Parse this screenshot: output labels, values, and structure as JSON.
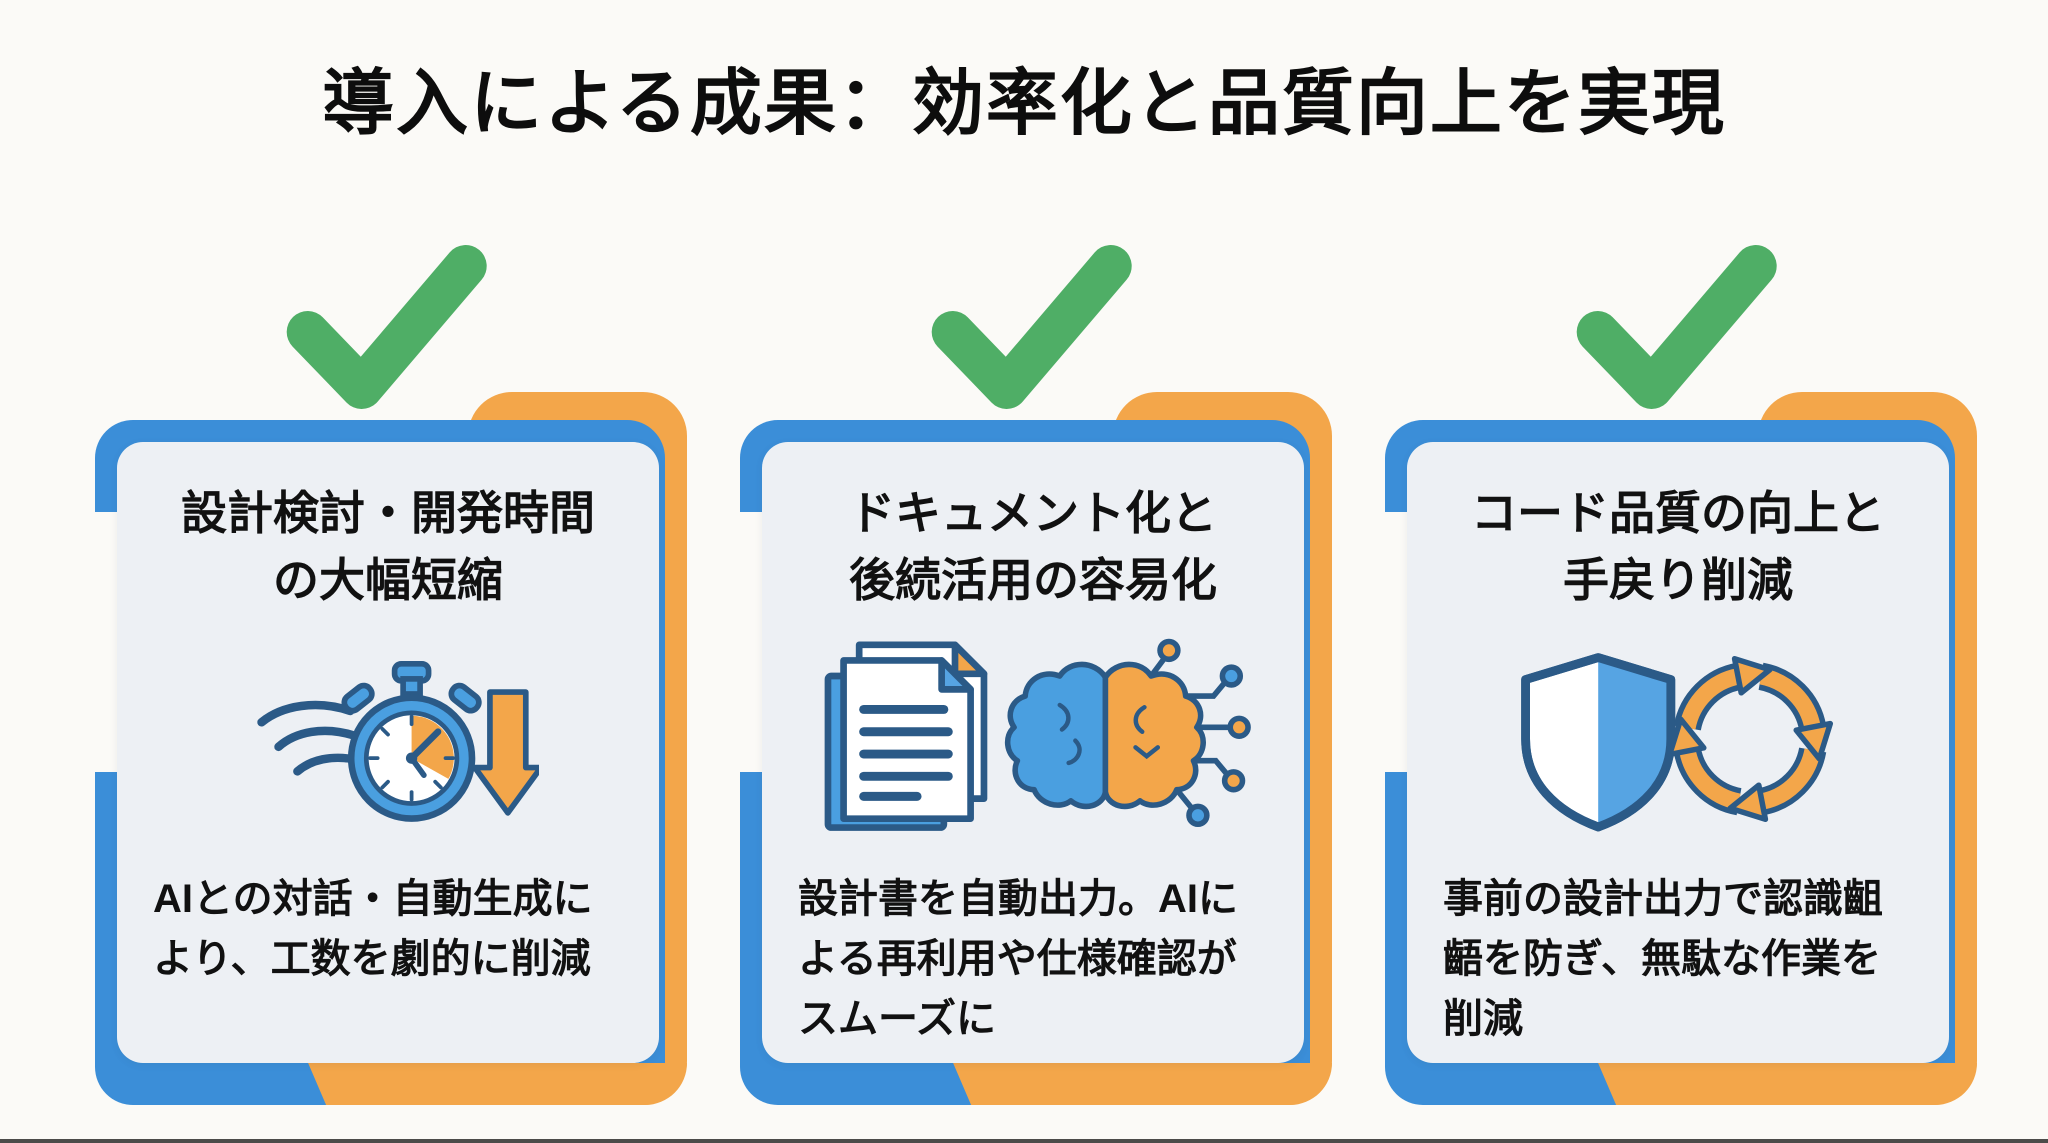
{
  "page": {
    "title": "導入による成果：効率化と品質向上を実現"
  },
  "colors": {
    "accent_blue": "#3b8ed8",
    "accent_orange": "#f3a64a",
    "check_green": "#4fae66",
    "icon_outline_navy": "#2b5a87",
    "icon_fill_blue": "#4a9fe0",
    "card_background": "#edf0f4",
    "page_background": "#fbfaf7",
    "text": "#111111"
  },
  "cards": [
    {
      "title": "設計検討・開発時間の大幅短縮",
      "title_line1": "設計検討・開発時間",
      "title_line2": "の大幅短縮",
      "description": "AIとの対話・自動生成により、工数を劇的に削減",
      "icon": "winged-stopwatch-down-arrow-icon",
      "check_icon": "green-checkmark-icon"
    },
    {
      "title": "ドキュメント化と後続活用の容易化",
      "title_line1": "ドキュメント化と",
      "title_line2": "後続活用の容易化",
      "description": "設計書を自動出力。AIによる再利用や仕様確認がスムーズに",
      "icon": "documents-ai-brain-icon",
      "check_icon": "green-checkmark-icon"
    },
    {
      "title": "コード品質の向上と手戻り削減",
      "title_line1": "コード品質の向上と",
      "title_line2": "手戻り削減",
      "description": "事前の設計出力で認識齟齬を防ぎ、無駄な作業を削減",
      "icon": "shield-refresh-arrows-icon",
      "check_icon": "green-checkmark-icon"
    }
  ]
}
